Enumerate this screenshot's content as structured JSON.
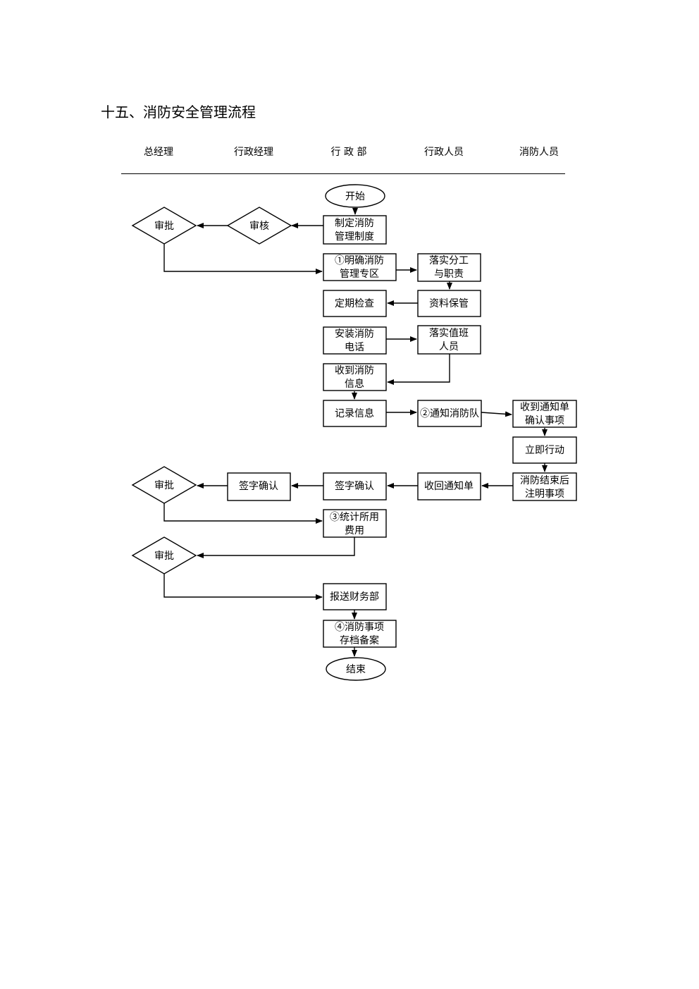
{
  "title": "十五、消防安全管理流程",
  "lanes": [
    "总经理",
    "行政经理",
    "行  政  部",
    "行政人员",
    "消防人员"
  ],
  "nodes": {
    "start": "开始",
    "approve1": "审批",
    "review": "审核",
    "make_rules": [
      "制定消防",
      "管理制度"
    ],
    "define_zone": [
      "①明确消防",
      "管理专区"
    ],
    "assign_duty": [
      "落实分工",
      "与职责"
    ],
    "regular_check": "定期检查",
    "data_keep": "资料保管",
    "install_phone": [
      "安装消防",
      "电话"
    ],
    "duty_staff": [
      "落实值班",
      "人员"
    ],
    "receive_info": [
      "收到消防",
      "信息"
    ],
    "record_info": "记录信息",
    "notify_team": "②通知消防队",
    "receive_notice": [
      "收到通知单",
      "确认事项"
    ],
    "act_now": "立即行动",
    "after_fire": [
      "消防结束后",
      "注明事项"
    ],
    "retrieve_notice": "收回通知单",
    "sign_admin": "签字确认",
    "sign_manager": "签字确认",
    "approve2": "审批",
    "stat_cost": [
      "③统计所用",
      "费用"
    ],
    "approve3": "审批",
    "send_finance": "报送财务部",
    "archive": [
      "④消防事项",
      "存档备案"
    ],
    "end": "结束"
  }
}
